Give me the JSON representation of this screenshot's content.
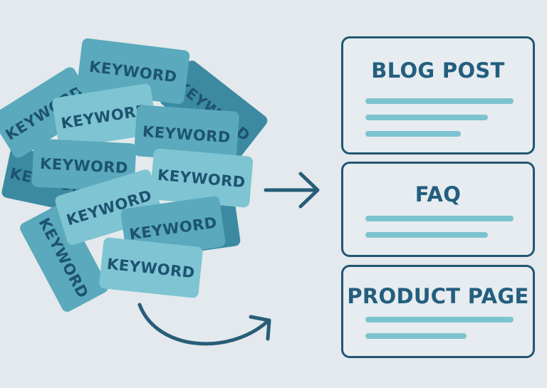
{
  "keywords": {
    "tag_label": "KEYWORD"
  },
  "output_pages": [
    {
      "title": "BLOG POST",
      "lines": 3
    },
    {
      "title": "FAQ",
      "lines": 2
    },
    {
      "title": "PRODUCT PAGE",
      "lines": 2
    }
  ],
  "colors": {
    "background": "#e3e9ec",
    "border": "#225673",
    "title_text": "#235e7e",
    "text_line": "#7cc3d0",
    "tag_light": "#7fc4d2",
    "tag_mid": "#5aa9bc",
    "tag_dark": "#3c8aa2",
    "tag_text": "#1d5370",
    "arrow": "#285d78"
  },
  "icons": {
    "right_arrow": "arrow-right-icon",
    "curved_arrow": "curved-arrow-icon"
  }
}
